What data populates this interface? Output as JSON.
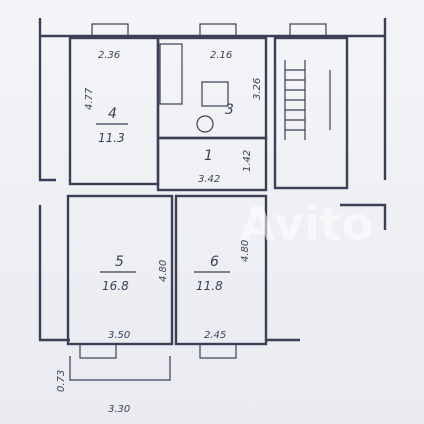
{
  "rooms": [
    {
      "id": "4",
      "area": "11.3",
      "width": "2.36",
      "length": "4.77"
    },
    {
      "id": "3",
      "area": "",
      "width": "2.16",
      "length": "3.26"
    },
    {
      "id": "1",
      "area": "",
      "width": "3.42",
      "length": "1.42"
    },
    {
      "id": "5",
      "area": "16.8",
      "width": "3.50",
      "length": "4.80"
    },
    {
      "id": "6",
      "area": "11.8",
      "width": "2.45",
      "length": "4.80"
    }
  ],
  "balcony": {
    "width": "3.30",
    "depth": "0.73"
  },
  "watermark": "Avito"
}
